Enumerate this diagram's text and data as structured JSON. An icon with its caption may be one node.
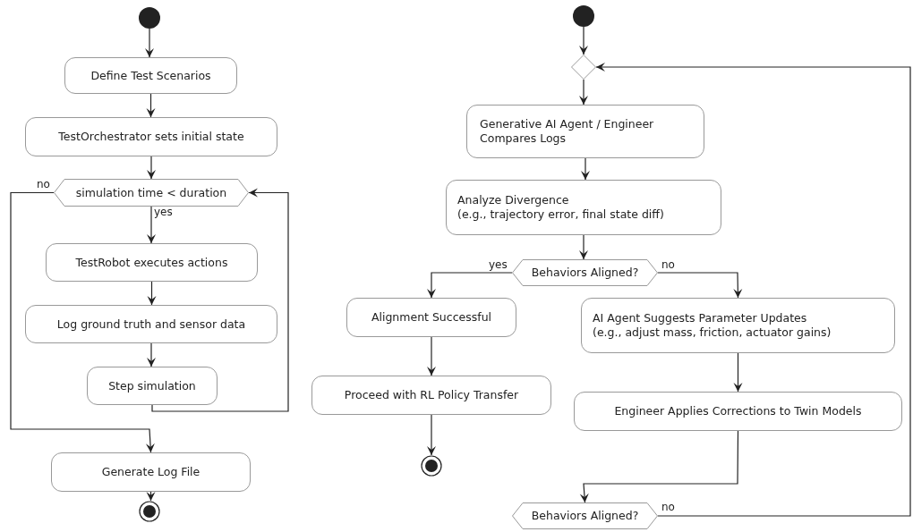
{
  "diagram": {
    "nodes": [
      {
        "text": [],
        "shape": "circle"
      },
      {
        "text": [
          "Define Test Scenarios"
        ]
      },
      {
        "text": [
          "TestOrchestrator sets initial state"
        ]
      },
      {
        "text": [
          "simulation time < duration"
        ]
      },
      {
        "text": [
          "TestRobot executes actions"
        ]
      },
      {
        "text": [
          "Log ground truth and sensor data"
        ]
      },
      {
        "text": [
          "Step simulation"
        ]
      },
      {
        "text": [
          "Generate Log File"
        ]
      },
      {
        "text": [],
        "shape": "circle"
      },
      {
        "text": [],
        "shape": "circle"
      },
      {
        "text": [],
        "shape": "diamond"
      },
      {
        "text": [
          "Generative AI Agent / Engineer Compares Logs"
        ]
      },
      {
        "text": [
          "Analyze Divergence",
          "(e.g., trajectory error, final state diff)"
        ]
      },
      {
        "text": [
          "Behaviors Aligned?"
        ]
      },
      {
        "text": [
          "Alignment Successful"
        ]
      },
      {
        "text": [
          "Proceed with RL Policy Transfer"
        ]
      },
      {
        "text": [],
        "shape": "circle"
      },
      {
        "text": [
          "AI Agent Suggests Parameter Updates",
          "(e.g., adjust mass, friction, actuator gains)"
        ]
      },
      {
        "text": [
          "Engineer Applies Corrections to Twin Models"
        ]
      },
      {
        "text": [
          "Behaviors Aligned?"
        ]
      }
    ],
    "edges": [
      {
        "from": 0,
        "to": 1,
        "arrow": "to"
      },
      {
        "from": 1,
        "to": 2,
        "arrow": "to"
      },
      {
        "from": 2,
        "to": 3,
        "arrow": "to"
      },
      {
        "from": 3,
        "to": 4,
        "arrow": "to",
        "label": "yes"
      },
      {
        "from": 4,
        "to": 5,
        "arrow": "to"
      },
      {
        "from": 5,
        "to": 6,
        "arrow": "to"
      },
      {
        "from": 6,
        "to": 3,
        "arrow": "to"
      },
      {
        "from": 3,
        "to": 7,
        "arrow": "to",
        "label": "no"
      },
      {
        "from": 7,
        "to": 8,
        "arrow": "to"
      },
      {
        "from": 9,
        "to": 10,
        "arrow": "to"
      },
      {
        "from": 10,
        "to": 11,
        "arrow": "to"
      },
      {
        "from": 11,
        "to": 12,
        "arrow": "to"
      },
      {
        "from": 12,
        "to": 13,
        "arrow": "to"
      },
      {
        "from": 13,
        "to": 14,
        "arrow": "to",
        "label": "yes"
      },
      {
        "from": 13,
        "to": 17,
        "arrow": "to",
        "label": "no"
      },
      {
        "from": 14,
        "to": 15,
        "arrow": "to"
      },
      {
        "from": 15,
        "to": 16,
        "arrow": "to"
      },
      {
        "from": 17,
        "to": 18,
        "arrow": "to"
      },
      {
        "from": 18,
        "to": 19,
        "arrow": "to"
      },
      {
        "from": 19,
        "to": 10,
        "arrow": "to",
        "label": "no"
      }
    ]
  }
}
